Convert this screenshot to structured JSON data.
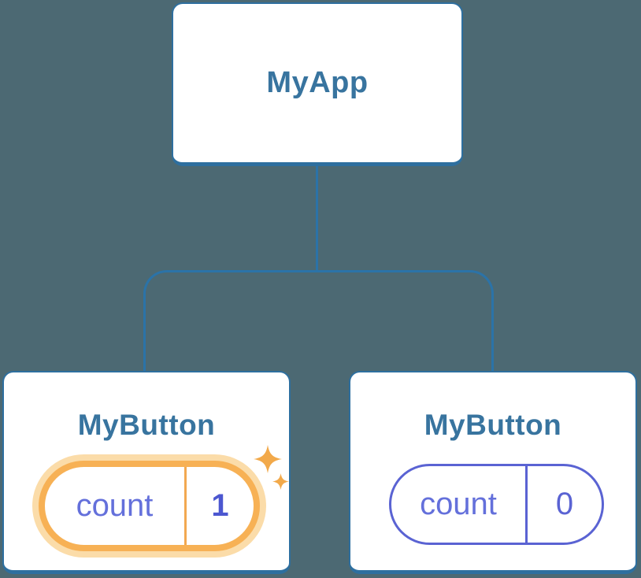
{
  "diagram": {
    "type": "component-tree",
    "root": {
      "label": "MyApp"
    },
    "children": [
      {
        "label": "MyButton",
        "highlighted": true,
        "state": {
          "name": "count",
          "value": "1"
        }
      },
      {
        "label": "MyButton",
        "highlighted": false,
        "state": {
          "name": "count",
          "value": "0"
        }
      }
    ]
  },
  "icons": {
    "sparkles": "state-updated-sparkles-icon (4-point stars, ✦)"
  },
  "colors": {
    "background": "#4C6973",
    "node_fill": "#FFFFFF",
    "node_border_blue": "#2E6F9F",
    "connector_blue": "#2B73A8",
    "title_text_blue": "#38749F",
    "state_indigo": "#5A63D3",
    "state_label_indigo": "#6470DB",
    "state_value_bold_indigo": "#4C57D0",
    "highlight_orange": "#F7B155",
    "highlight_glow": "#FBDCA9",
    "sparkle_orange": "#F2A94A"
  }
}
